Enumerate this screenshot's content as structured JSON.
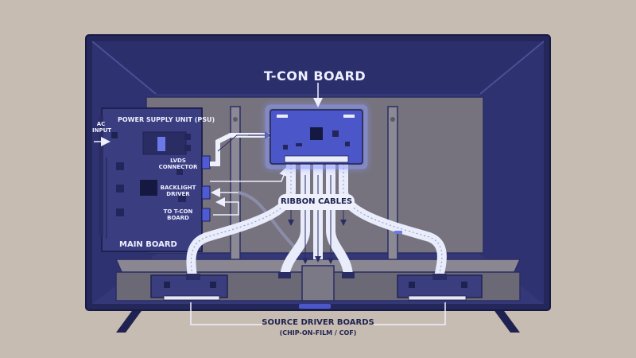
{
  "title": "T-CON BOARD",
  "labels": {
    "ac_input_line1": "AC",
    "ac_input_line2": "INPUT",
    "psu": "POWER SUPPLY UNIT (PSU)",
    "lvds_line1": "LVDS",
    "lvds_line2": "CONNECTOR",
    "backlight_line1": "BACKLIGHT",
    "backlight_line2": "DRIVER",
    "to_tcon_line1": "TO T-CON",
    "to_tcon_line2": "BOARD",
    "main_board": "MAIN BOARD",
    "ribbon_cables": "RIBBON CABLES",
    "source_driver_boards": "SOURCE DRIVER BOARDS",
    "source_driver_sub": "(CHIP-ON-FILM / COF)"
  },
  "colors": {
    "background": "#c7bcb1",
    "tv_frame": "#24275a",
    "tcon_board": "#4b57c9",
    "tcon_glow": "#8f9bff",
    "ribbon": "#e9ecfb",
    "panel_gray": "#76737f"
  }
}
